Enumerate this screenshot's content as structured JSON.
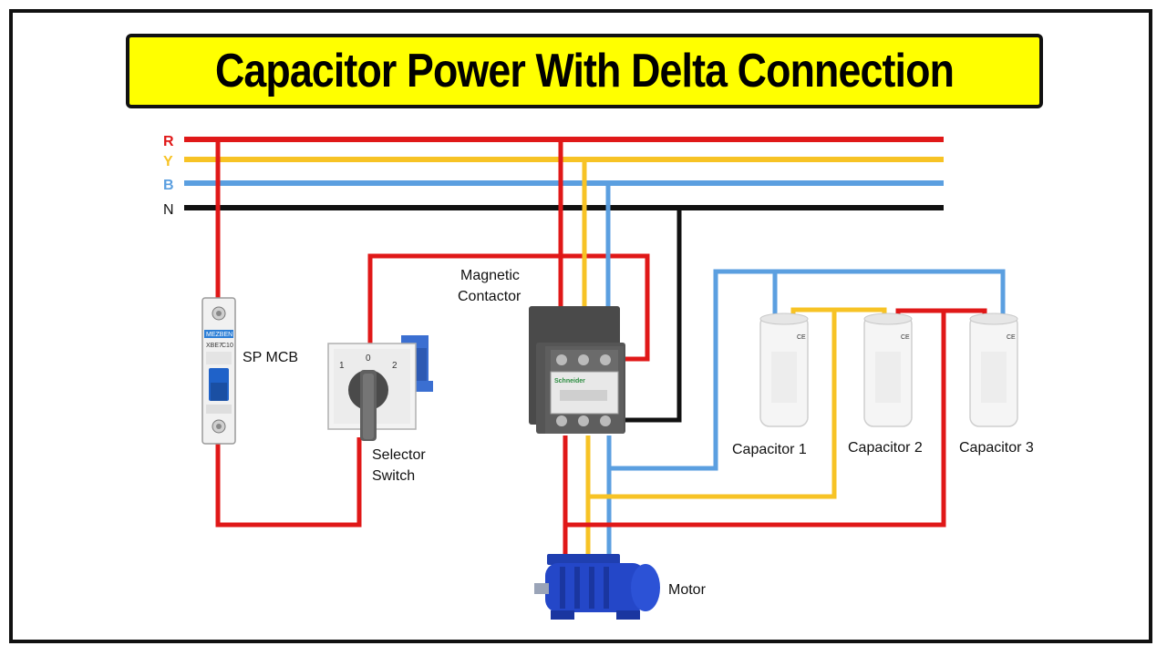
{
  "title": "Capacitor Power With Delta Connection",
  "bus_labels": {
    "r": "R",
    "y": "Y",
    "b": "B",
    "n": "N"
  },
  "components": {
    "mcb": "SP MCB",
    "selector_line1": "Selector",
    "selector_line2": "Switch",
    "contactor_line1": "Magnetic",
    "contactor_line2": "Contactor",
    "capacitor1": "Capacitor 1",
    "capacitor2": "Capacitor 2",
    "capacitor3": "Capacitor 3",
    "motor": "Motor"
  },
  "device_text": {
    "mcb_brand": "MEZBEN",
    "mcb_model": "XBE7",
    "mcb_rating": "C10",
    "selector_pos0": "0",
    "selector_pos1": "1",
    "selector_pos2": "2",
    "capacitor_mark": "CE",
    "contactor_brand": "Schneider"
  },
  "colors": {
    "r": "#e01818",
    "y": "#f7c325",
    "b": "#5b9fe0",
    "n": "#111111",
    "title_bg": "#ffff00"
  }
}
